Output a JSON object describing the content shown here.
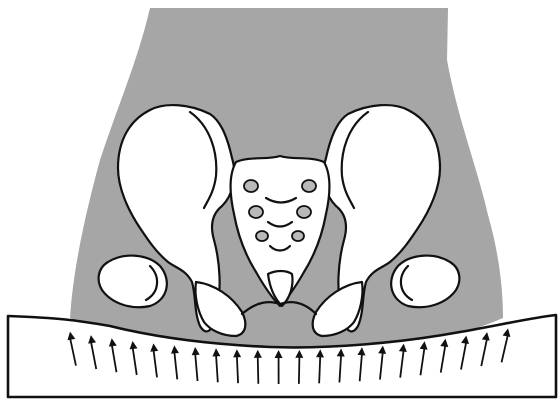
{
  "diagram": {
    "subject": "pelvis-pressure-on-support-surface",
    "colors": {
      "body_tissue": "#a6a6a6",
      "bone": "#ffffff",
      "outline": "#111111",
      "surface": "#ffffff",
      "arrows": "#111111"
    },
    "pressure_arrows": {
      "count": 22,
      "direction": "up"
    }
  }
}
